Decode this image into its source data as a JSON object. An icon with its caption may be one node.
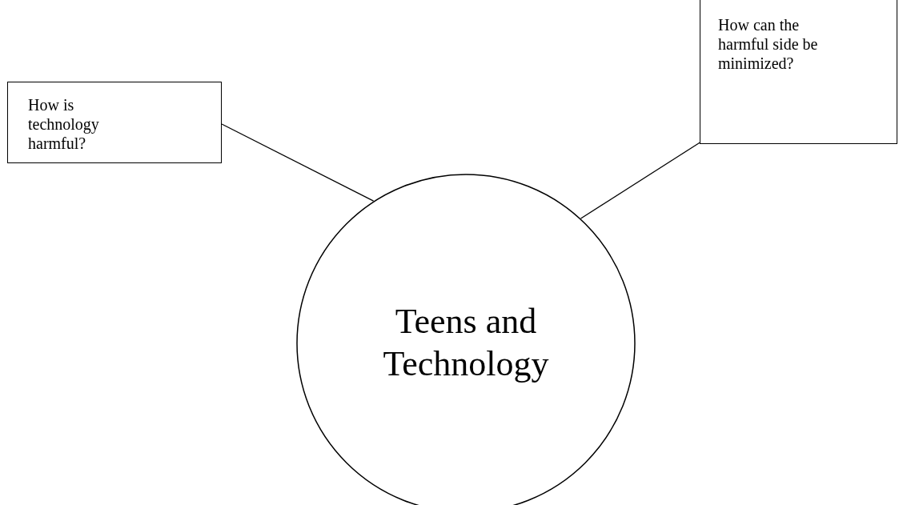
{
  "diagram": {
    "nodes": [
      {
        "text": [
          "How is technology harmful?"
        ]
      },
      {
        "text": [
          "How can the harmful side be minimized?"
        ]
      },
      {
        "text": [
          "Teens and Technology"
        ]
      }
    ],
    "edges": [
      {
        "from": 0,
        "to": 2,
        "arrow": "none"
      },
      {
        "from": 1,
        "to": 2,
        "arrow": "none"
      }
    ]
  }
}
